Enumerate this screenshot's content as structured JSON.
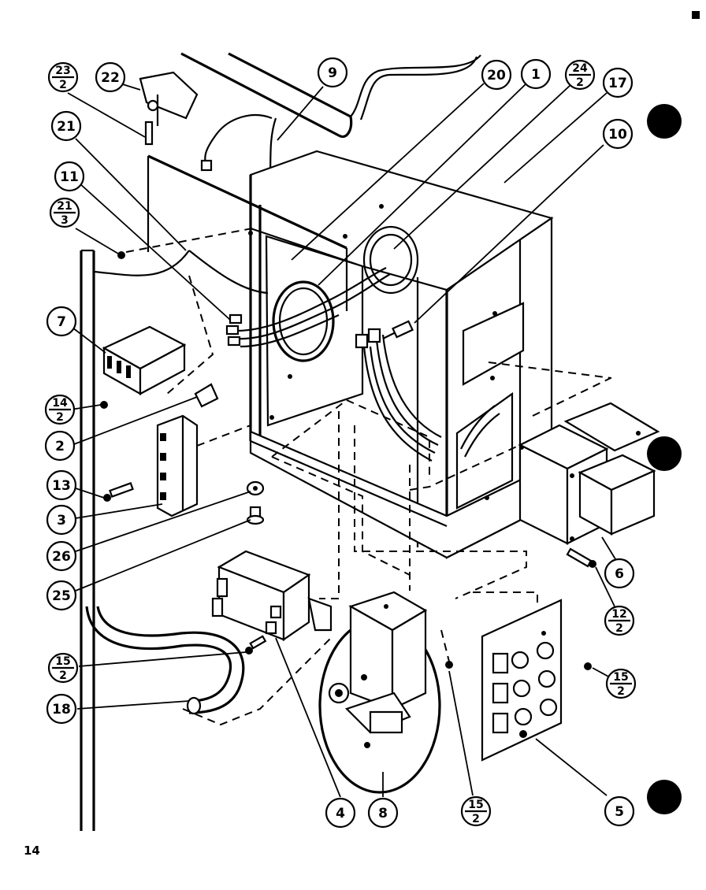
{
  "page": {
    "number": "14"
  },
  "callouts": [
    {
      "id": "c9",
      "label": "9"
    },
    {
      "id": "c20",
      "label": "20"
    },
    {
      "id": "c1",
      "label": "1"
    },
    {
      "id": "c24",
      "num": "24",
      "den": "2"
    },
    {
      "id": "c17",
      "label": "17"
    },
    {
      "id": "c10",
      "label": "10"
    },
    {
      "id": "c23",
      "num": "23",
      "den": "2"
    },
    {
      "id": "c22",
      "label": "22"
    },
    {
      "id": "c21",
      "label": "21"
    },
    {
      "id": "c11",
      "label": "11"
    },
    {
      "id": "c21b",
      "num": "21",
      "den": "3"
    },
    {
      "id": "c7",
      "label": "7"
    },
    {
      "id": "c14",
      "num": "14",
      "den": "2"
    },
    {
      "id": "c2",
      "label": "2"
    },
    {
      "id": "c13",
      "label": "13"
    },
    {
      "id": "c3",
      "label": "3"
    },
    {
      "id": "c26",
      "label": "26"
    },
    {
      "id": "c25",
      "label": "25"
    },
    {
      "id": "c15a",
      "num": "15",
      "den": "2"
    },
    {
      "id": "c18",
      "label": "18"
    },
    {
      "id": "c4",
      "label": "4"
    },
    {
      "id": "c8",
      "label": "8"
    },
    {
      "id": "c15b",
      "num": "15",
      "den": "2"
    },
    {
      "id": "c6",
      "label": "6"
    },
    {
      "id": "c12",
      "num": "12",
      "den": "2"
    },
    {
      "id": "c15c",
      "num": "15",
      "den": "2"
    },
    {
      "id": "c5",
      "label": "5"
    }
  ],
  "colors": {
    "ink": "#000000",
    "paper": "#ffffff"
  }
}
